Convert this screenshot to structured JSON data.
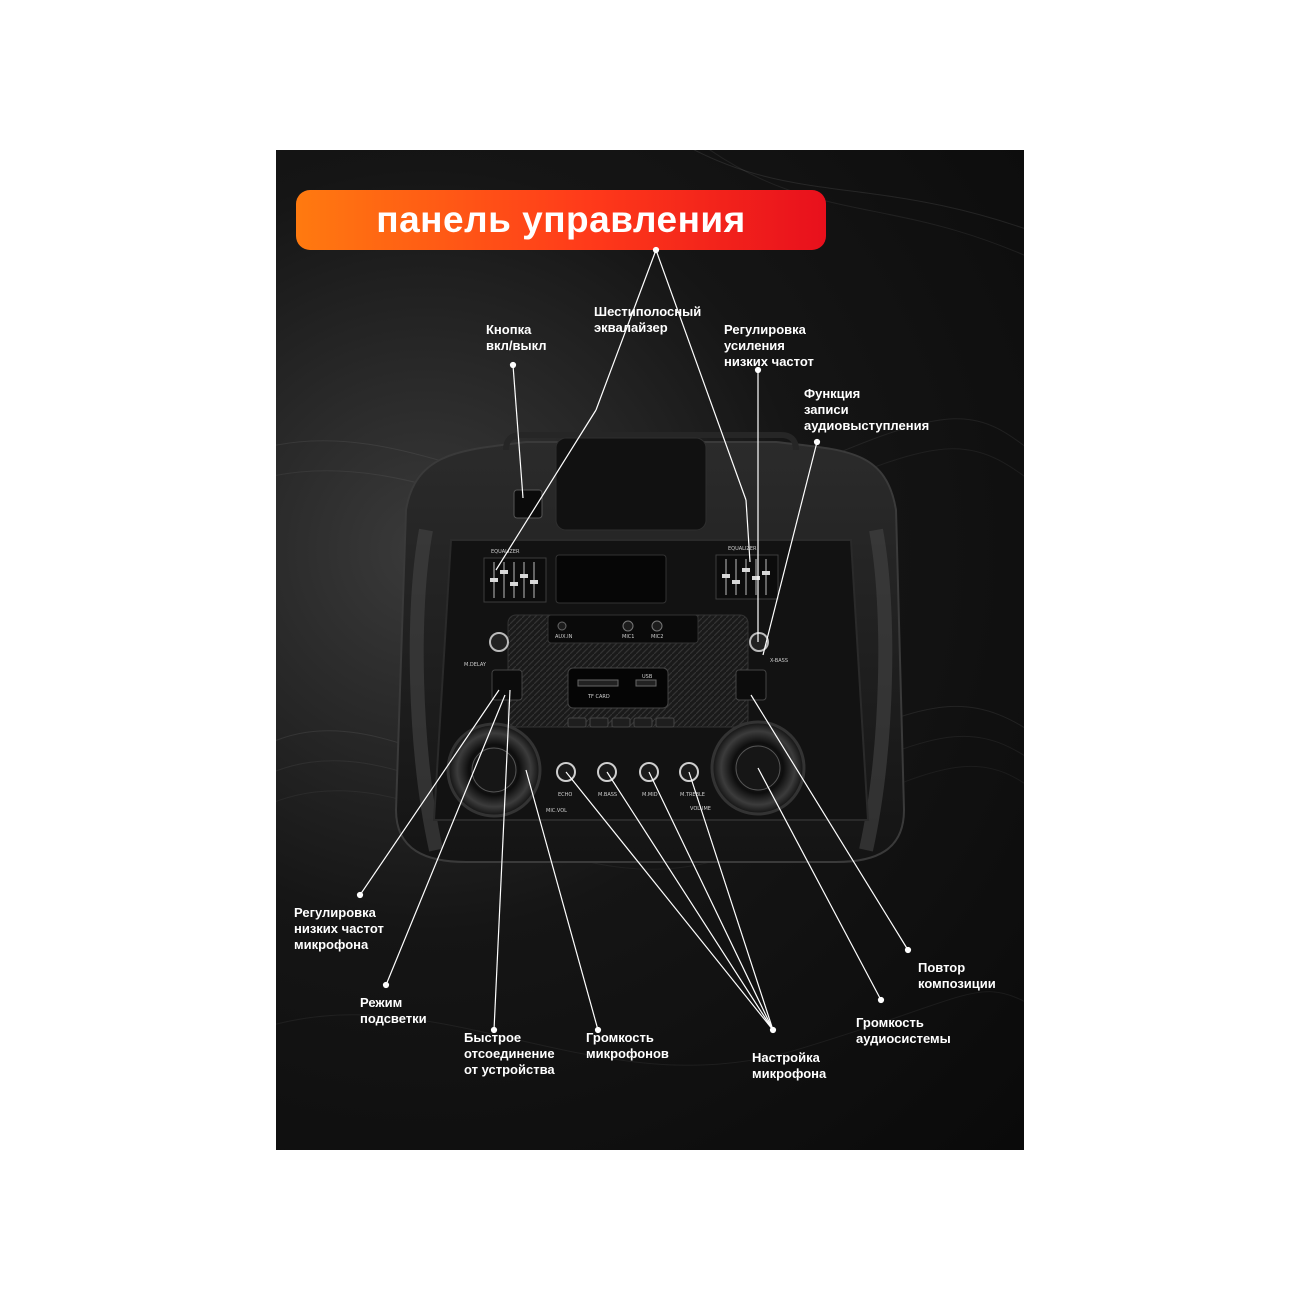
{
  "title": "панель управления",
  "colors": {
    "accent_start": "#ff7a10",
    "accent_end": "#e8101c",
    "background": "#0f0f0f",
    "text": "#ffffff"
  },
  "callouts": {
    "power_button": "Кнопка\nвкл/выкл",
    "six_band_eq": "Шестиполосный\nэквалайзер",
    "bass_boost": "Регулировка\nусиления\nнизких частот",
    "recording": "Функция\nзаписи\nаудиовыступления",
    "mic_bass": "Регулировка\nнизких частот\nмикрофона",
    "light_mode": "Режим\nподсветки",
    "quick_disconnect": "Быстрое\nотсоединение\nот устройства",
    "mic_volume": "Громкость\nмикрофонов",
    "mic_settings": "Настройка\nмикрофона",
    "system_volume": "Громкость\nаудиосистемы",
    "repeat": "Повтор\nкомпозиции"
  },
  "panel_labels": {
    "equalizer_left": "EQUALIZER",
    "equalizer_right": "EQUALIZER",
    "m_delay": "M.DELAY",
    "x_bass": "X-BASS",
    "mic_vol": "MIC.VOL",
    "volume": "VOLUME",
    "echo": "ECHO",
    "m_bass": "M.BASS",
    "m_mid": "M.MID",
    "m_treble": "M.TREBLE",
    "mic1": "MIC1",
    "mic2": "MIC2",
    "aux_in": "AUX.IN",
    "tf_card": "TF CARD",
    "usb": "USB"
  }
}
